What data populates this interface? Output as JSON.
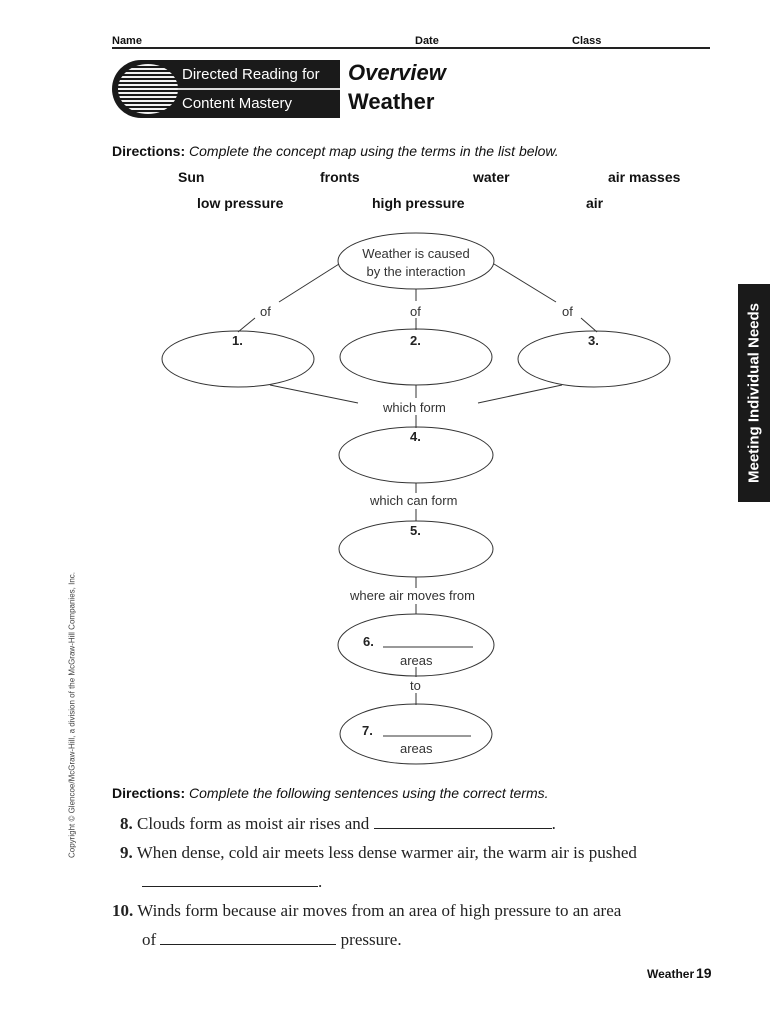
{
  "header": {
    "name_label": "Name",
    "date_label": "Date",
    "class_label": "Class"
  },
  "banner": {
    "line1": "Directed Reading for",
    "line2": "Content Mastery",
    "section": "Overview",
    "topic": "Weather"
  },
  "directions1": {
    "label": "Directions:",
    "text": "Complete the concept map using the terms in the list below."
  },
  "terms": [
    "Sun",
    "fronts",
    "water",
    "air masses",
    "low pressure",
    "high pressure",
    "air"
  ],
  "concept_map": {
    "top": "Weather is caused by the interaction",
    "top_line1": "Weather is caused",
    "top_line2": "by the interaction",
    "of_labels": [
      "of",
      "of",
      "of"
    ],
    "blanks": [
      "1.",
      "2.",
      "3."
    ],
    "which_form": "which form",
    "node4": "4.",
    "which_can_form": "which can form",
    "node5": "5.",
    "where_air_moves": "where air moves from",
    "node6": "6.",
    "areas": "areas",
    "to": "to",
    "node7": "7."
  },
  "directions2": {
    "label": "Directions:",
    "text": "Complete the following sentences using the correct terms."
  },
  "sentences": [
    {
      "num": "8.",
      "text_before": "Clouds form as moist air rises and",
      "text_after": "."
    },
    {
      "num": "9.",
      "text_before": "When dense, cold air meets less dense warmer air, the warm air is pushed",
      "text_after": "."
    },
    {
      "num": "10.",
      "text_before": "Winds form because air moves from an area of high pressure to an area",
      "text_mid": "of",
      "text_after": "pressure."
    }
  ],
  "side_tab": "Meeting Individual Needs",
  "copyright": "Copyright © Glencoe/McGraw-Hill, a division of the McGraw-Hill Companies, Inc.",
  "footer": {
    "label": "Weather",
    "page": "19"
  }
}
